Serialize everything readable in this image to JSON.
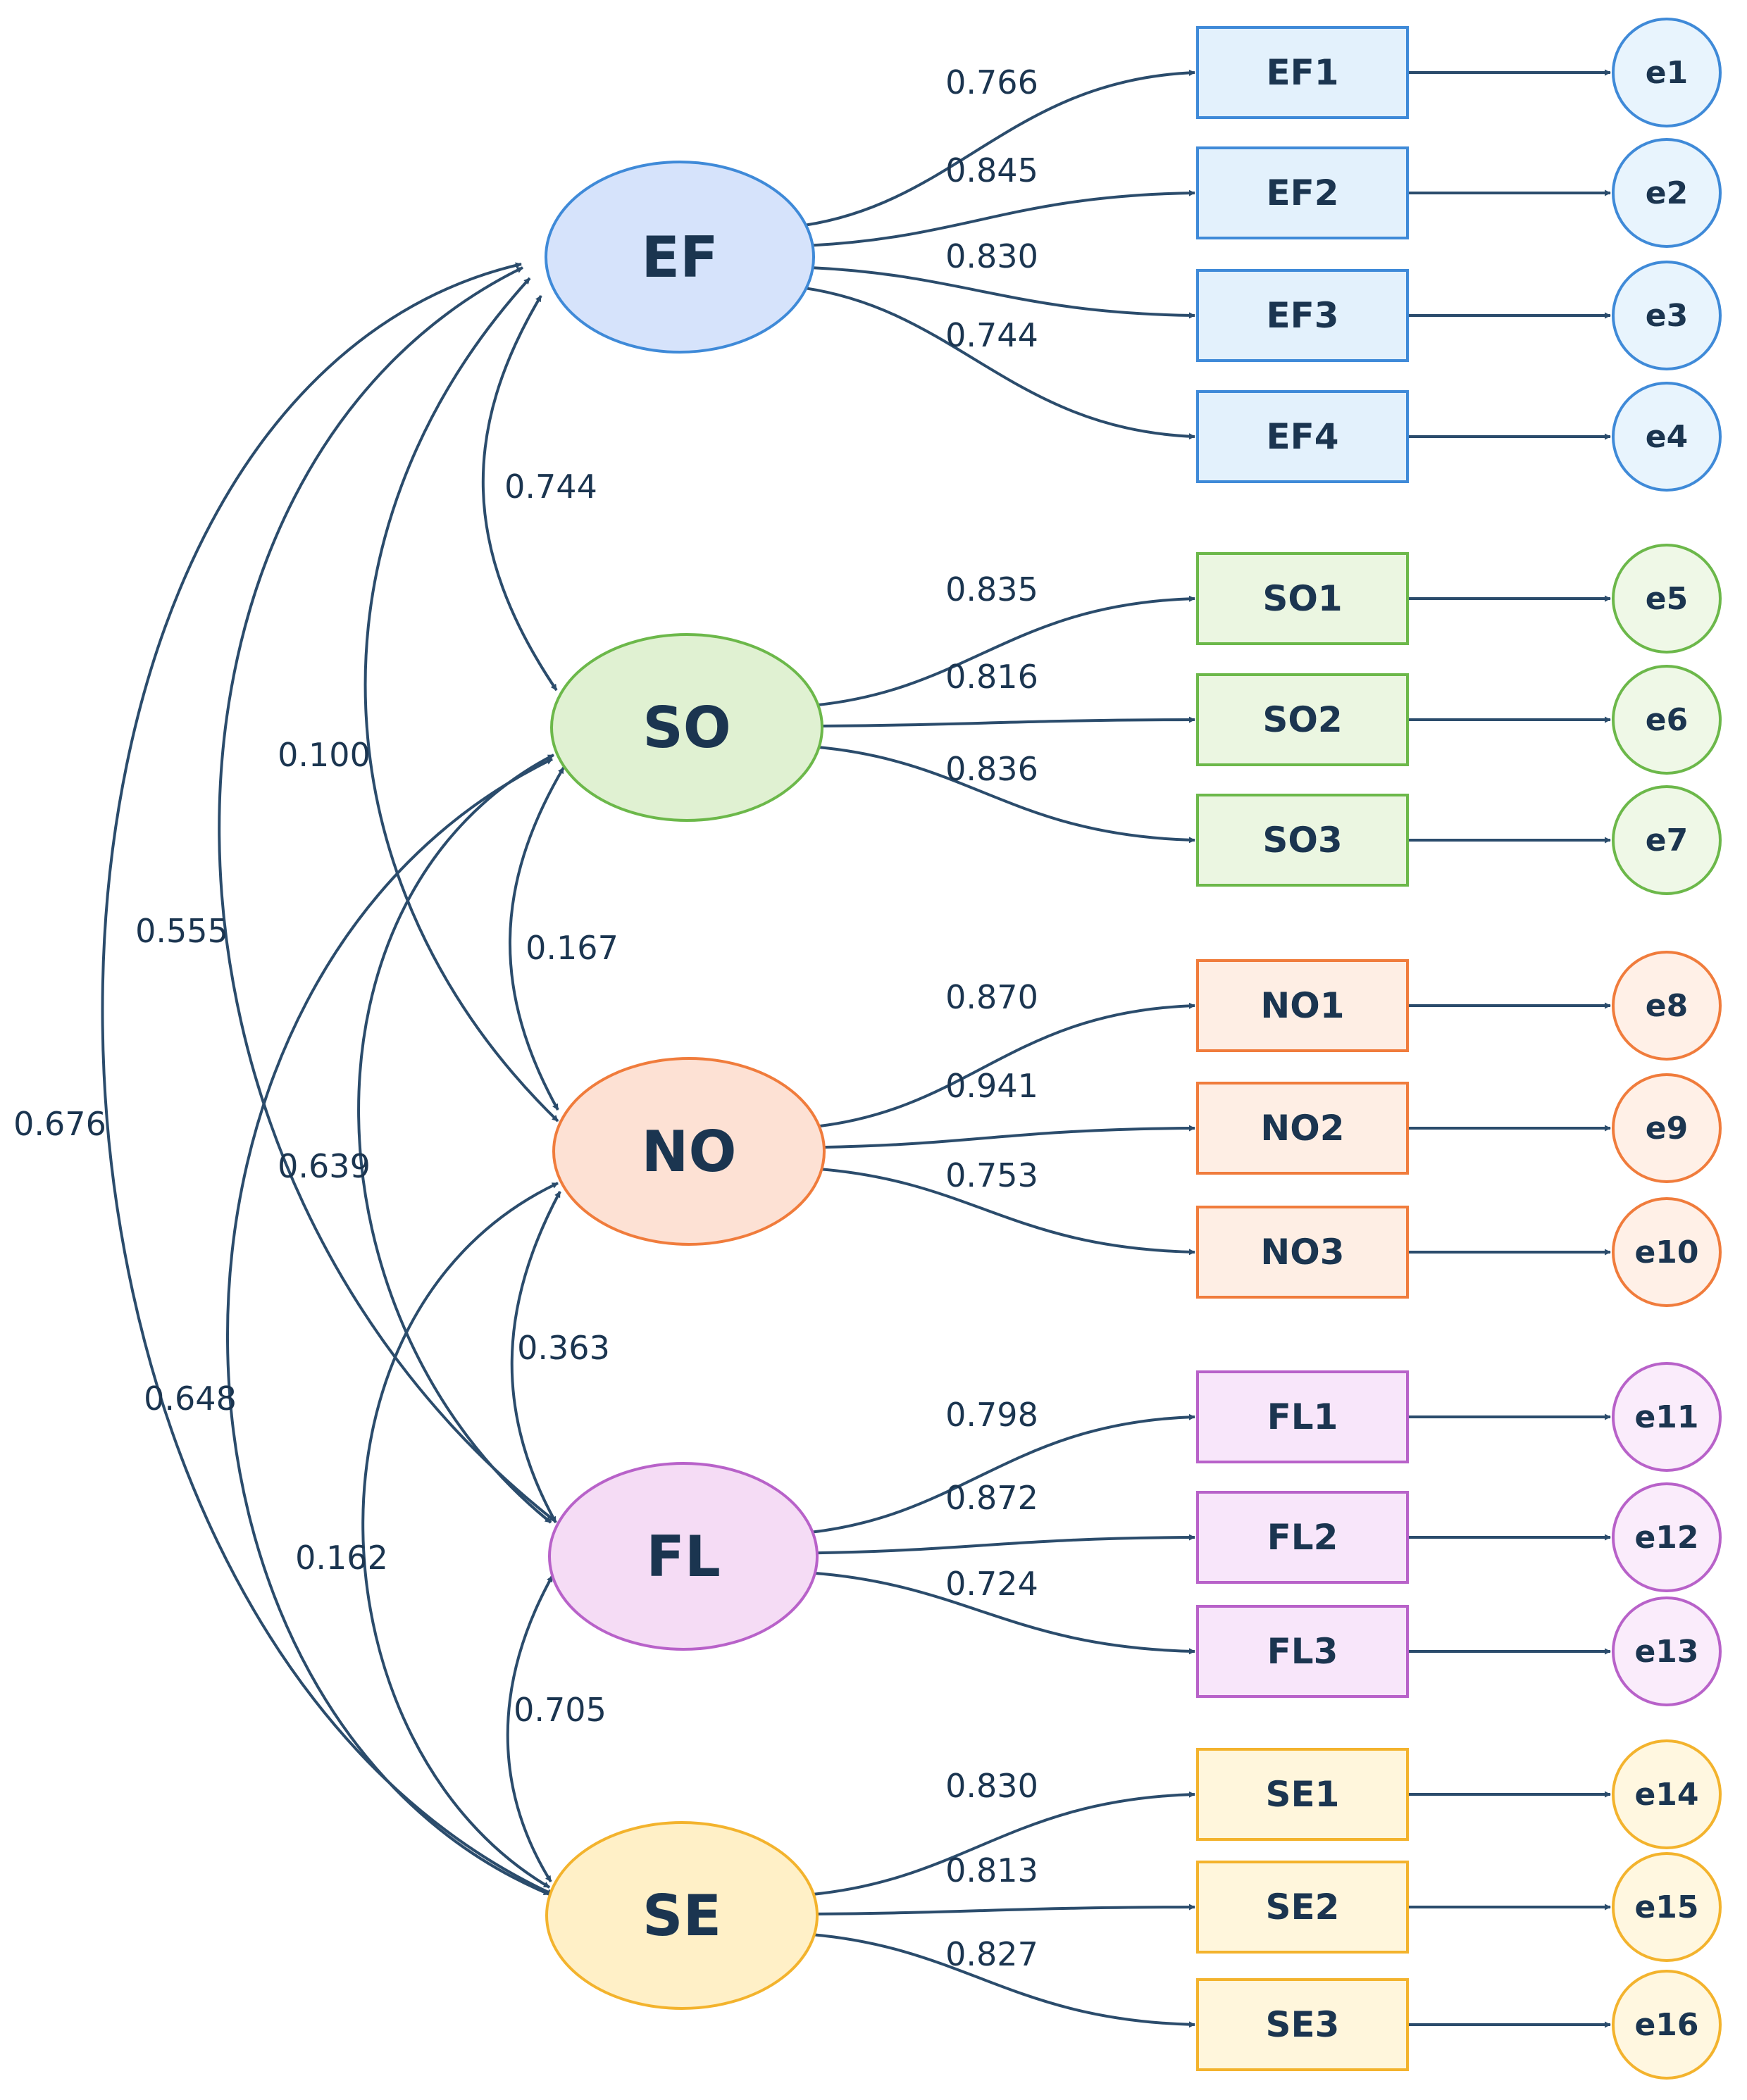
{
  "colors": {
    "EF": {
      "fill": "#d6e3fb",
      "stroke": "#3f8ad8",
      "box": "#e3f1fc",
      "err": "#e8f4fd"
    },
    "SO": {
      "fill": "#e0f1d2",
      "stroke": "#6cb84a",
      "box": "#ebf6e1",
      "err": "#eff8e7"
    },
    "NO": {
      "fill": "#fde1d4",
      "stroke": "#f07c3c",
      "box": "#feeee4",
      "err": "#fff0e7"
    },
    "FL": {
      "fill": "#f5dcf5",
      "stroke": "#b862c9",
      "box": "#f8e6fa",
      "err": "#faecfb"
    },
    "SE": {
      "fill": "#fff0c7",
      "stroke": "#f3b32d",
      "box": "#fff6dc",
      "err": "#fff7e0"
    },
    "edge": "#2b4c6c"
  },
  "latents": [
    {
      "id": "EF",
      "label": "EF"
    },
    {
      "id": "SO",
      "label": "SO"
    },
    {
      "id": "NO",
      "label": "NO"
    },
    {
      "id": "FL",
      "label": "FL"
    },
    {
      "id": "SE",
      "label": "SE"
    }
  ],
  "indicators": [
    {
      "id": "EF1",
      "label": "EF1",
      "latent": "EF",
      "loading": "0.766",
      "error": "e1"
    },
    {
      "id": "EF2",
      "label": "EF2",
      "latent": "EF",
      "loading": "0.845",
      "error": "e2"
    },
    {
      "id": "EF3",
      "label": "EF3",
      "latent": "EF",
      "loading": "0.830",
      "error": "e3"
    },
    {
      "id": "EF4",
      "label": "EF4",
      "latent": "EF",
      "loading": "0.744",
      "error": "e4"
    },
    {
      "id": "SO1",
      "label": "SO1",
      "latent": "SO",
      "loading": "0.835",
      "error": "e5"
    },
    {
      "id": "SO2",
      "label": "SO2",
      "latent": "SO",
      "loading": "0.816",
      "error": "e6"
    },
    {
      "id": "SO3",
      "label": "SO3",
      "latent": "SO",
      "loading": "0.836",
      "error": "e7"
    },
    {
      "id": "NO1",
      "label": "NO1",
      "latent": "NO",
      "loading": "0.870",
      "error": "e8"
    },
    {
      "id": "NO2",
      "label": "NO2",
      "latent": "NO",
      "loading": "0.941",
      "error": "e9"
    },
    {
      "id": "NO3",
      "label": "NO3",
      "latent": "NO",
      "loading": "0.753",
      "error": "e10"
    },
    {
      "id": "FL1",
      "label": "FL1",
      "latent": "FL",
      "loading": "0.798",
      "error": "e11"
    },
    {
      "id": "FL2",
      "label": "FL2",
      "latent": "FL",
      "loading": "0.872",
      "error": "e12"
    },
    {
      "id": "FL3",
      "label": "FL3",
      "latent": "FL",
      "loading": "0.724",
      "error": "e13"
    },
    {
      "id": "SE1",
      "label": "SE1",
      "latent": "SE",
      "loading": "0.830",
      "error": "e14"
    },
    {
      "id": "SE2",
      "label": "SE2",
      "latent": "SE",
      "loading": "0.813",
      "error": "e15"
    },
    {
      "id": "SE3",
      "label": "SE3",
      "latent": "SE",
      "loading": "0.827",
      "error": "e16"
    }
  ],
  "correlations": [
    {
      "from": "EF",
      "to": "SO",
      "value": "0.744"
    },
    {
      "from": "EF",
      "to": "NO",
      "value": "0.100"
    },
    {
      "from": "EF",
      "to": "FL",
      "value": "0.555"
    },
    {
      "from": "EF",
      "to": "SE",
      "value": "0.676"
    },
    {
      "from": "SO",
      "to": "NO",
      "value": "0.167"
    },
    {
      "from": "SO",
      "to": "FL",
      "value": "0.639"
    },
    {
      "from": "SO",
      "to": "SE",
      "value": "0.648"
    },
    {
      "from": "NO",
      "to": "FL",
      "value": "0.363"
    },
    {
      "from": "NO",
      "to": "SE",
      "value": "0.162"
    },
    {
      "from": "FL",
      "to": "SE",
      "value": "0.705"
    }
  ]
}
